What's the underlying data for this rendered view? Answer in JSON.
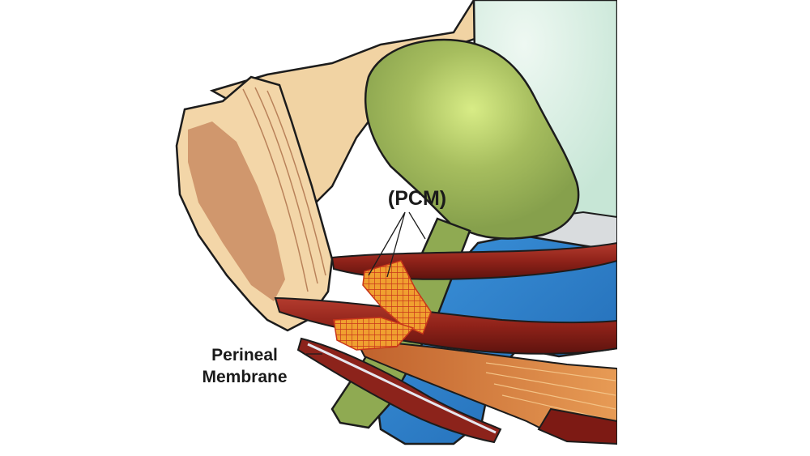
{
  "labels": {
    "pcm": "(PCM)",
    "perineal_line1": "Perineal",
    "perineal_line2": "Membrane"
  },
  "colors": {
    "bone": "#f3d3a1",
    "bone_spongy": "#c88a62",
    "bladder": "#88a24f",
    "bladder_highlight": "#cde377",
    "uterus": "#cdeadc",
    "rectum": "#2f7fc7",
    "muscle": "#9b2a22",
    "muscle_dark": "#6a1612",
    "mesh": "#e07a1e",
    "gray_tissue": "#d9dcde",
    "outline": "#1c1c1c"
  }
}
